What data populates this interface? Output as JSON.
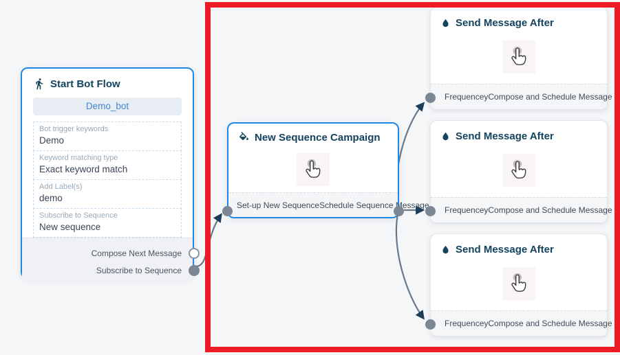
{
  "colors": {
    "node_border_blue": "#1e88e5",
    "highlight_red": "#ed1c24",
    "title_navy": "#14435e",
    "bot_name_blue": "#4285d0",
    "edge_gray": "#66788c",
    "arrowhead_navy": "#1c3e59",
    "port_gray": "#7b8794",
    "canvas_bg": "#f5f6f8"
  },
  "icons": {
    "start_node_icon": "walking-person-icon",
    "sequence_node_icon": "paint-bucket-icon",
    "send_node_icon": "water-drop-icon",
    "node_body_icon": "hand-cursor-icon"
  },
  "start_node": {
    "title": "Start Bot Flow",
    "bot_name": "Demo_bot",
    "fields": [
      {
        "label": "Bot trigger keywords",
        "value": "Demo"
      },
      {
        "label": "Keyword matching type",
        "value": "Exact keyword match"
      },
      {
        "label": "Add Label(s)",
        "value": "demo"
      },
      {
        "label": "Subscribe to Sequence",
        "value": "New sequence"
      }
    ],
    "outputs": [
      {
        "label": "Compose Next Message",
        "connected": false
      },
      {
        "label": "Subscribe to Sequence",
        "connected": true
      }
    ]
  },
  "sequence_node": {
    "title": "New Sequence Campaign",
    "left_port": "Set-up New Sequence",
    "right_port": "Schedule Sequence Message"
  },
  "send_nodes": [
    {
      "title": "Send Message After",
      "left_port": "Frequencey",
      "right_port": "Compose and Schedule Message"
    },
    {
      "title": "Send Message After",
      "left_port": "Frequencey",
      "right_port": "Compose and Schedule Message"
    },
    {
      "title": "Send Message After",
      "left_port": "Frequencey",
      "right_port": "Compose and Schedule Message"
    }
  ]
}
